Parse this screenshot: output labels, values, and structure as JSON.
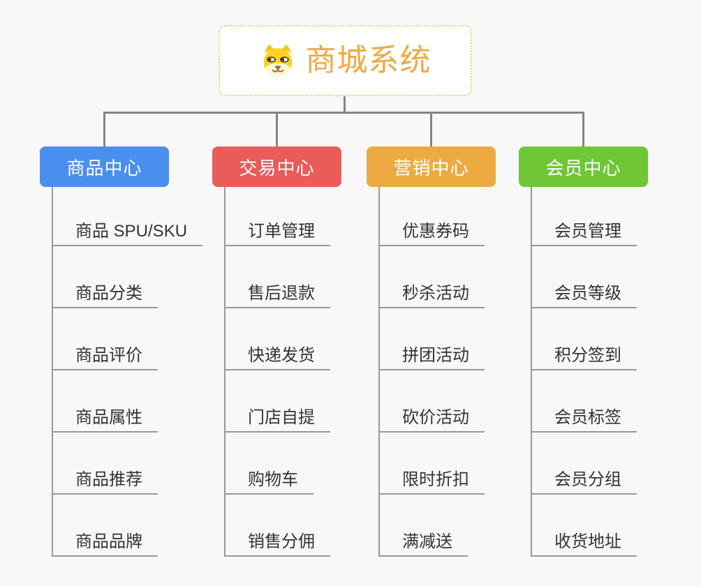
{
  "root": {
    "title": "商城系统",
    "icon": "dog-face-icon",
    "title_color": "#EFA943",
    "border_color": "#F2C87D"
  },
  "connector_color": "#848484",
  "line_color": "#989898",
  "background_color": "#F8F8F8",
  "branches": [
    {
      "label": "商品中心",
      "color": "#4A8FED",
      "items": [
        "商品 SPU/SKU",
        "商品分类",
        "商品评价",
        "商品属性",
        "商品推荐",
        "商品品牌"
      ]
    },
    {
      "label": "交易中心",
      "color": "#E95C59",
      "items": [
        "订单管理",
        "售后退款",
        "快递发货",
        "门店自提",
        "购物车",
        "销售分佣"
      ]
    },
    {
      "label": "营销中心",
      "color": "#EDAA42",
      "items": [
        "优惠券码",
        "秒杀活动",
        "拼团活动",
        "砍价活动",
        "限时折扣",
        "满减送"
      ]
    },
    {
      "label": "会员中心",
      "color": "#6FC636",
      "items": [
        "会员管理",
        "会员等级",
        "积分签到",
        "会员标签",
        "会员分组",
        "收货地址"
      ]
    }
  ]
}
